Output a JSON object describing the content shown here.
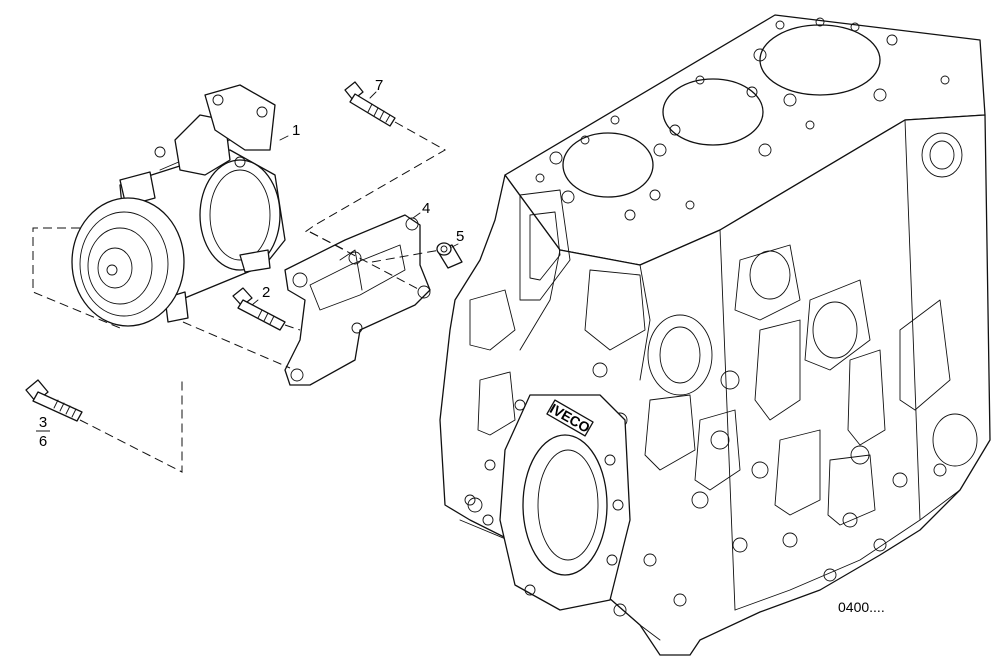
{
  "diagram": {
    "reference_code": "0400....",
    "callouts": {
      "compressor": "1",
      "screw_m": "2",
      "screw_l_top": "3",
      "screw_l_bottom": "6",
      "bracket": "4",
      "spacer": "5",
      "screw_top": "7"
    },
    "logo_text": "IVECO"
  }
}
